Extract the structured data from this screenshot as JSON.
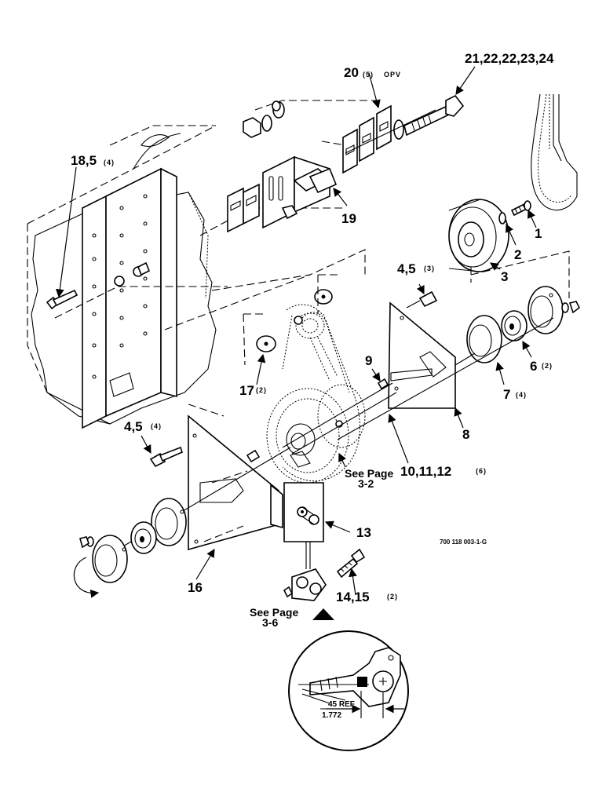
{
  "figure_id": "700 118 003-1-G",
  "callouts": {
    "c1": "1",
    "c2": "2",
    "c3": "3",
    "c4a": "4,5",
    "c4a_qty": "(3)",
    "c4b": "4,5",
    "c4b_qty": "(4)",
    "c6": "6",
    "c6_qty": "(2)",
    "c7": "7",
    "c7_qty": "(4)",
    "c8": "8",
    "c9": "9",
    "c10": "10,11,12",
    "c10_qty": "(6)",
    "c13": "13",
    "c14": "14,15",
    "c14_qty": "(2)",
    "c16": "16",
    "c17": "17",
    "c17_qty": "(2)",
    "c18": "18,5",
    "c18_qty": "(4)",
    "c19": "19",
    "c20": "20",
    "c20_qty": "(5)",
    "c20_suffix": "OPV",
    "c21": "21,22,22,23,24"
  },
  "see_page_1": {
    "line1": "See Page",
    "line2": "3-2"
  },
  "see_page_2": {
    "line1": "See Page",
    "line2": "3-6"
  },
  "detail": {
    "ref_label": "45 REF",
    "ref_value": "1.772"
  }
}
